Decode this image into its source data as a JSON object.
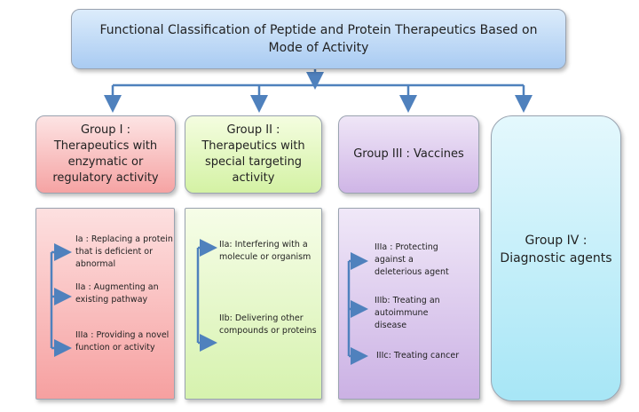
{
  "title": "Functional Classification of Peptide and Protein Therapeutics Based on Mode of Activity",
  "groups": [
    {
      "header": "Group I :\nTherapeutics with enzymatic or regulatory activity",
      "items": [
        "Ia : Replacing a protein that is deficient or abnormal",
        "IIa : Augmenting an existing pathway",
        "IIIa : Providing a novel function or activity"
      ]
    },
    {
      "header": "Group II :\nTherapeutics with special targeting activity",
      "items": [
        "IIa: Interfering with a molecule or organism",
        "IIb: Delivering other compounds or proteins"
      ]
    },
    {
      "header": "Group III : Vaccines",
      "items": [
        "IIIa : Protecting against a deleterious agent",
        "IIIb: Treating an autoimmune disease",
        "IIIc: Treating cancer"
      ]
    },
    {
      "header": "Group IV :\nDiagnostic agents"
    }
  ],
  "colors": {
    "arrow": "#4f81bd"
  }
}
